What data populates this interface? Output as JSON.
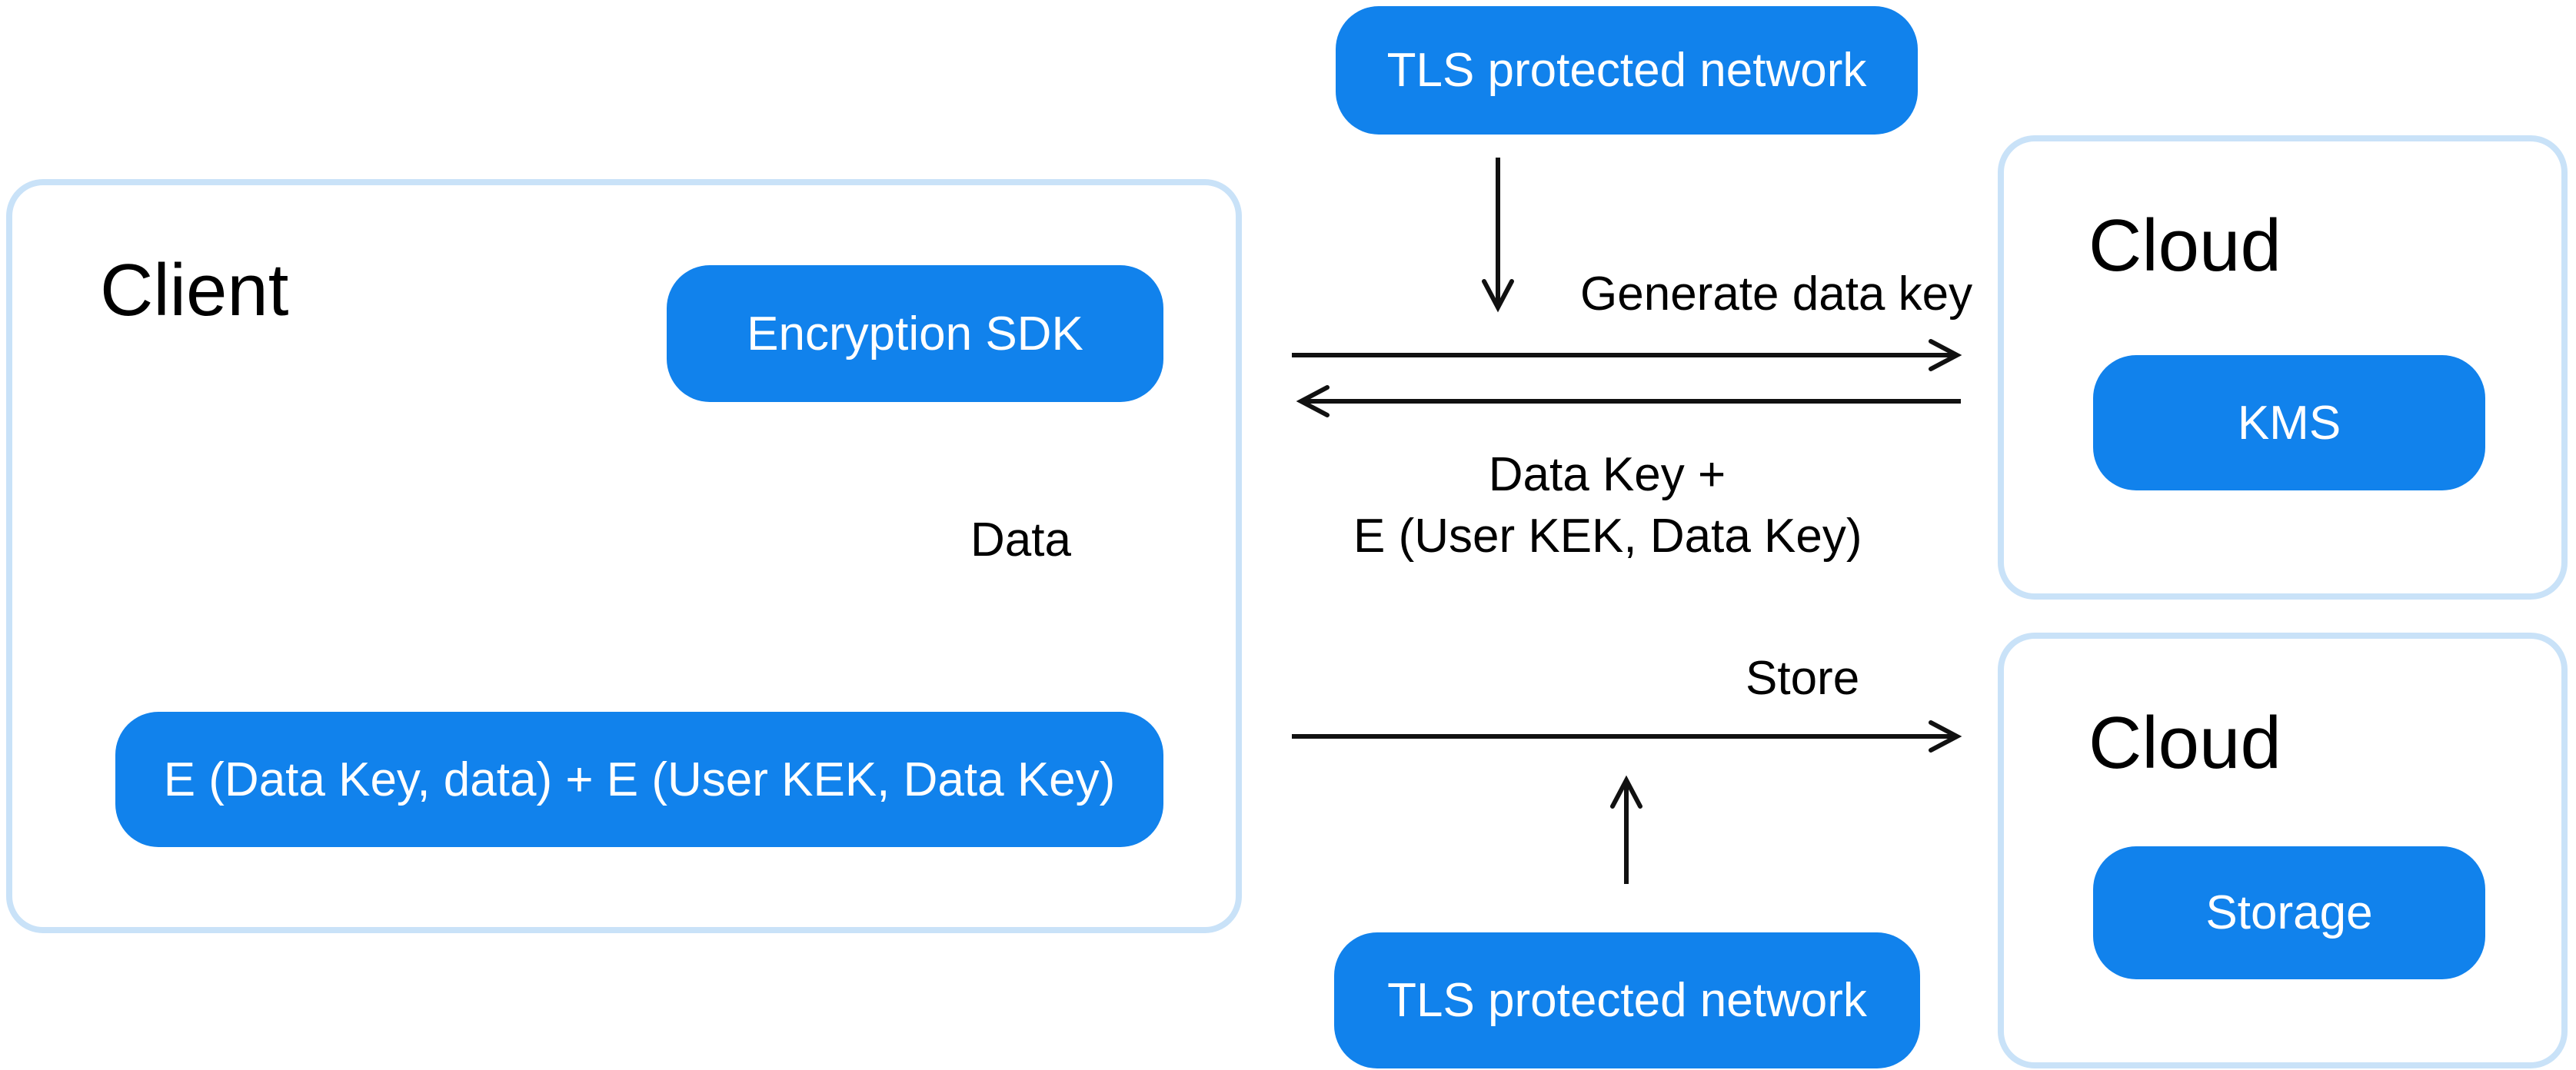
{
  "colors": {
    "accent_blue": "#1182EC",
    "container_border": "#C9E2F8",
    "arrow_black": "#111111",
    "pill_text": "#ffffff"
  },
  "top_network": {
    "label": "TLS protected network"
  },
  "bottom_network": {
    "label": "TLS protected network"
  },
  "client": {
    "title": "Client",
    "sdk_label": "Encryption SDK",
    "payload_label": "E (Data Key, data) + E (User KEK, Data Key)"
  },
  "cloud_kms": {
    "title": "Cloud",
    "kms_label": "KMS"
  },
  "cloud_storage": {
    "title": "Cloud",
    "storage_label": "Storage"
  },
  "flows": {
    "generate": "Generate data key",
    "return_line1": "Data Key +",
    "return_line2": "E (User KEK, Data Key)",
    "store": "Store",
    "data": "Data"
  }
}
